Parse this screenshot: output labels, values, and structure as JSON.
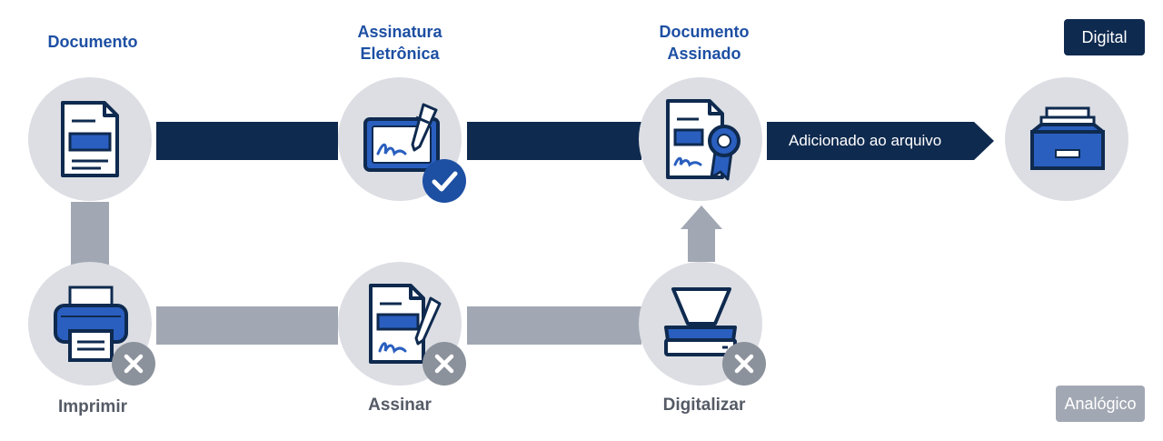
{
  "digital_row": {
    "step1_label": "Documento",
    "step2_label_line1": "Assinatura",
    "step2_label_line2": "Eletrônica",
    "step3_label_line1": "Documento",
    "step3_label_line2": "Assinado",
    "arrow_label": "Adicionado ao arquivo"
  },
  "analog_row": {
    "step1_label": "Imprimir",
    "step2_label": "Assinar",
    "step3_label": "Digitalizar"
  },
  "tags": {
    "digital": "Digital",
    "analog": "Analógico"
  },
  "icons": {
    "document": "document-icon",
    "esign": "electronic-signature-icon",
    "signed": "signed-document-icon",
    "archive": "archive-tray-icon",
    "printer": "printer-icon",
    "sign_paper": "sign-paper-icon",
    "scanner": "scanner-icon",
    "check": "check-badge-icon",
    "cross": "cross-badge-icon"
  },
  "colors": {
    "dark_navy": "#0f2a4f",
    "brand_blue": "#1d4fa3",
    "gray_bar": "#a2a8b3",
    "circle_bg": "#dcdee3"
  }
}
